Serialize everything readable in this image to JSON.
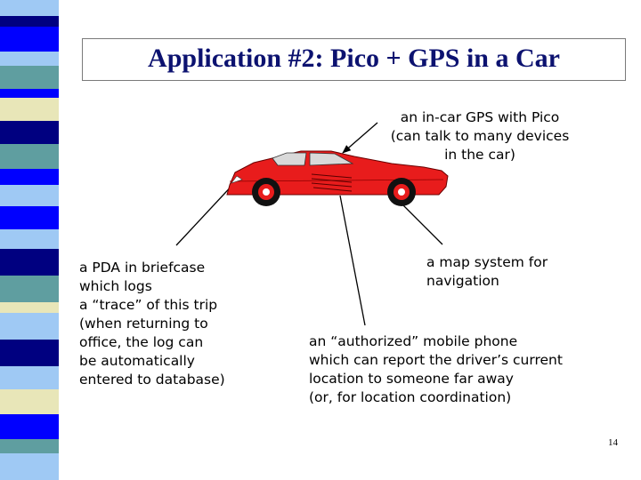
{
  "slide": {
    "title": "Application #2: Pico + GPS in a Car",
    "page_number": "14"
  },
  "labels": {
    "gps": "an in-car GPS with Pico\n(can talk to many devices\nin the car)",
    "pda": "a PDA in briefcase\nwhich logs\na “trace” of this trip\n(when returning to\noffice, the log can\nbe automatically\nentered to database)",
    "map": "a map system for\nnavigation",
    "phone": "an “authorized” mobile phone\nwhich can report the driver’s current\nlocation to someone far away\n(or, for location coordination)"
  },
  "colors": {
    "title": "#0c1270",
    "car_body": "#e81c1c",
    "stripe_blue": "#0000ff",
    "stripe_navy": "#000080",
    "stripe_teal": "#5f9ea0",
    "stripe_light": "#9fc9f4",
    "stripe_cream": "#e8e6b8"
  }
}
